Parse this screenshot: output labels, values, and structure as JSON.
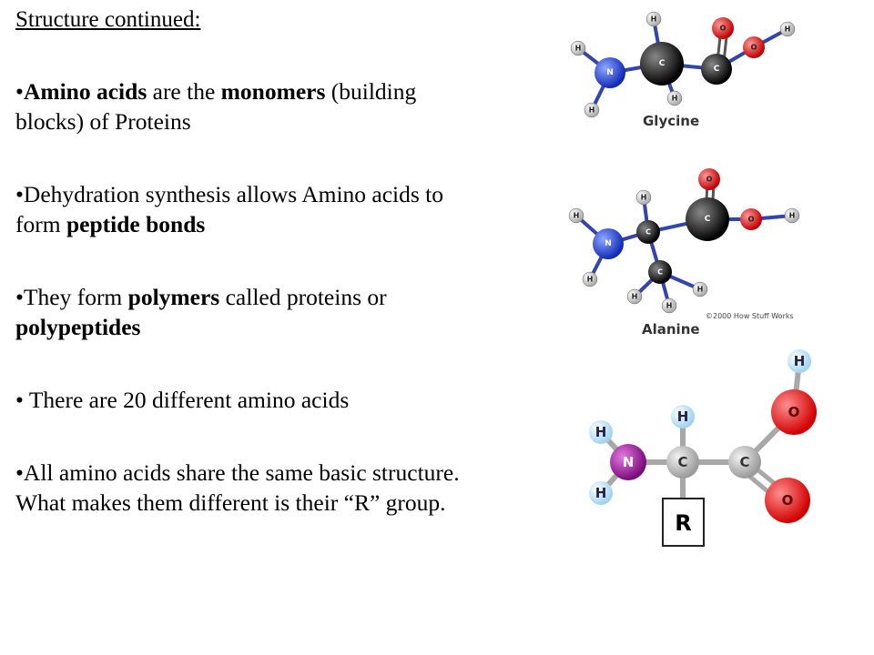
{
  "heading": "Structure continued:",
  "bullets": [
    [
      {
        "t": "•",
        "b": false
      },
      {
        "t": "Amino acids",
        "b": true
      },
      {
        "t": " are the ",
        "b": false
      },
      {
        "t": "monomers",
        "b": true
      },
      {
        "t": " (building blocks) of Proteins",
        "b": false
      }
    ],
    [
      {
        "t": "•Dehydration synthesis allows Amino acids to form ",
        "b": false
      },
      {
        "t": "peptide bonds",
        "b": true
      }
    ],
    [
      {
        "t": "•They form ",
        "b": false
      },
      {
        "t": "polymers",
        "b": true
      },
      {
        "t": " called proteins or ",
        "b": false
      },
      {
        "t": "polypeptides",
        "b": true
      }
    ],
    [
      {
        "t": "• There are 20 different amino acids",
        "b": false
      }
    ],
    [
      {
        "t": "•All amino acids share the same basic structure. What makes them different is their “R” group.",
        "b": false
      }
    ]
  ],
  "diagrams": {
    "glycine": {
      "caption": "Glycine",
      "atoms": {
        "hydrogen": "H",
        "nitrogen": "N",
        "carbon": "C",
        "oxygen": "O"
      }
    },
    "alanine": {
      "caption": "Alanine",
      "credit": "©2000 How Stuff Works",
      "atoms": {
        "hydrogen": "H",
        "nitrogen": "N",
        "carbon": "C",
        "oxygen": "O"
      }
    },
    "generic": {
      "atoms": {
        "hydrogen": "H",
        "nitrogen": "N",
        "carbon": "C",
        "oxygen": "O"
      },
      "r_group": "R"
    }
  },
  "colors": {
    "hydrogen": "#cfcfcf",
    "nitrogen": "#1f3fe0",
    "carbon": "#111111",
    "oxygen": "#e01818",
    "bond_blue": "#3344aa",
    "generic_hydrogen": "#bfe3f7",
    "generic_nitrogen": "#a020a0",
    "generic_carbon": "#bdbdbd",
    "generic_oxygen": "#e31b1b"
  }
}
